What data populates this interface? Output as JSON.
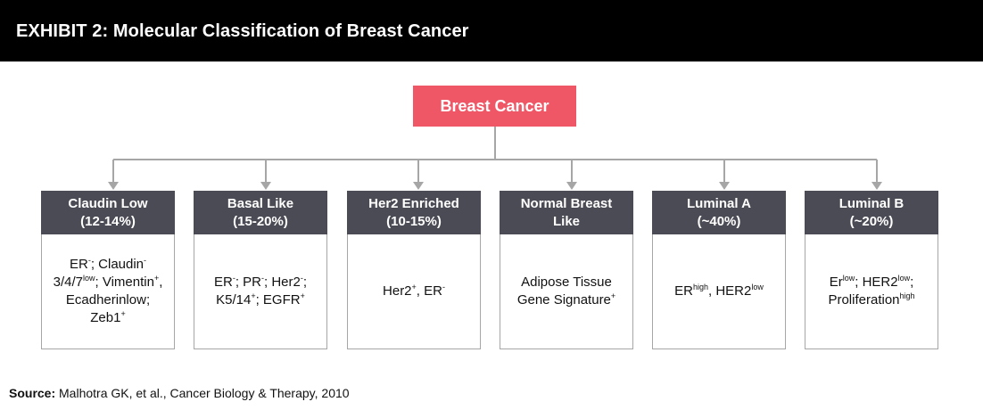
{
  "header": {
    "title": "EXHIBIT 2: Molecular Classification of Breast Cancer"
  },
  "root": {
    "label": "Breast Cancer"
  },
  "categories": [
    {
      "line1": "Claudin Low",
      "line2": "(12-14%)",
      "body": [
        {
          "t": "ER"
        },
        {
          "t": "-",
          "sup": true
        },
        {
          "t": "; Claudin"
        },
        {
          "t": "-",
          "sup": true
        },
        {
          "t": " 3/4/7"
        },
        {
          "t": "low",
          "sup": true
        },
        {
          "t": "; Vimentin"
        },
        {
          "t": "+",
          "sup": true
        },
        {
          "t": ", Ecadherinlow; Zeb1"
        },
        {
          "t": "+",
          "sup": true
        }
      ]
    },
    {
      "line1": "Basal Like",
      "line2": "(15-20%)",
      "body": [
        {
          "t": "ER"
        },
        {
          "t": "-",
          "sup": true
        },
        {
          "t": "; PR"
        },
        {
          "t": "-",
          "sup": true
        },
        {
          "t": "; Her2"
        },
        {
          "t": "-",
          "sup": true
        },
        {
          "t": "; K5/14"
        },
        {
          "t": "+",
          "sup": true
        },
        {
          "t": "; EGFR"
        },
        {
          "t": "+",
          "sup": true
        }
      ]
    },
    {
      "line1": "Her2 Enriched",
      "line2": "(10-15%)",
      "body": [
        {
          "t": "Her2"
        },
        {
          "t": "+",
          "sup": true
        },
        {
          "t": ", ER"
        },
        {
          "t": "-",
          "sup": true
        }
      ]
    },
    {
      "line1": "Normal Breast",
      "line2": "Like",
      "body": [
        {
          "t": "Adipose Tissue Gene Signature"
        },
        {
          "t": "+",
          "sup": true
        }
      ]
    },
    {
      "line1": "Luminal A",
      "line2": "(~40%)",
      "body": [
        {
          "t": "ER"
        },
        {
          "t": "high",
          "sup": true
        },
        {
          "t": ", HER2"
        },
        {
          "t": "low",
          "sup": true
        }
      ]
    },
    {
      "line1": "Luminal B",
      "line2": "(~20%)",
      "body": [
        {
          "t": "Er"
        },
        {
          "t": "low",
          "sup": true
        },
        {
          "t": "; HER2"
        },
        {
          "t": "low",
          "sup": true
        },
        {
          "t": "; Proliferation"
        },
        {
          "t": "high",
          "sup": true
        }
      ]
    }
  ],
  "source": {
    "label": "Source:",
    "text": " Malhotra GK, et al., Cancer Biology & Therapy, 2010"
  },
  "colors": {
    "header_bg": "#000000",
    "root_bg": "#f05766",
    "category_header_bg": "#4b4b55",
    "connector": "#a6a6a6"
  }
}
